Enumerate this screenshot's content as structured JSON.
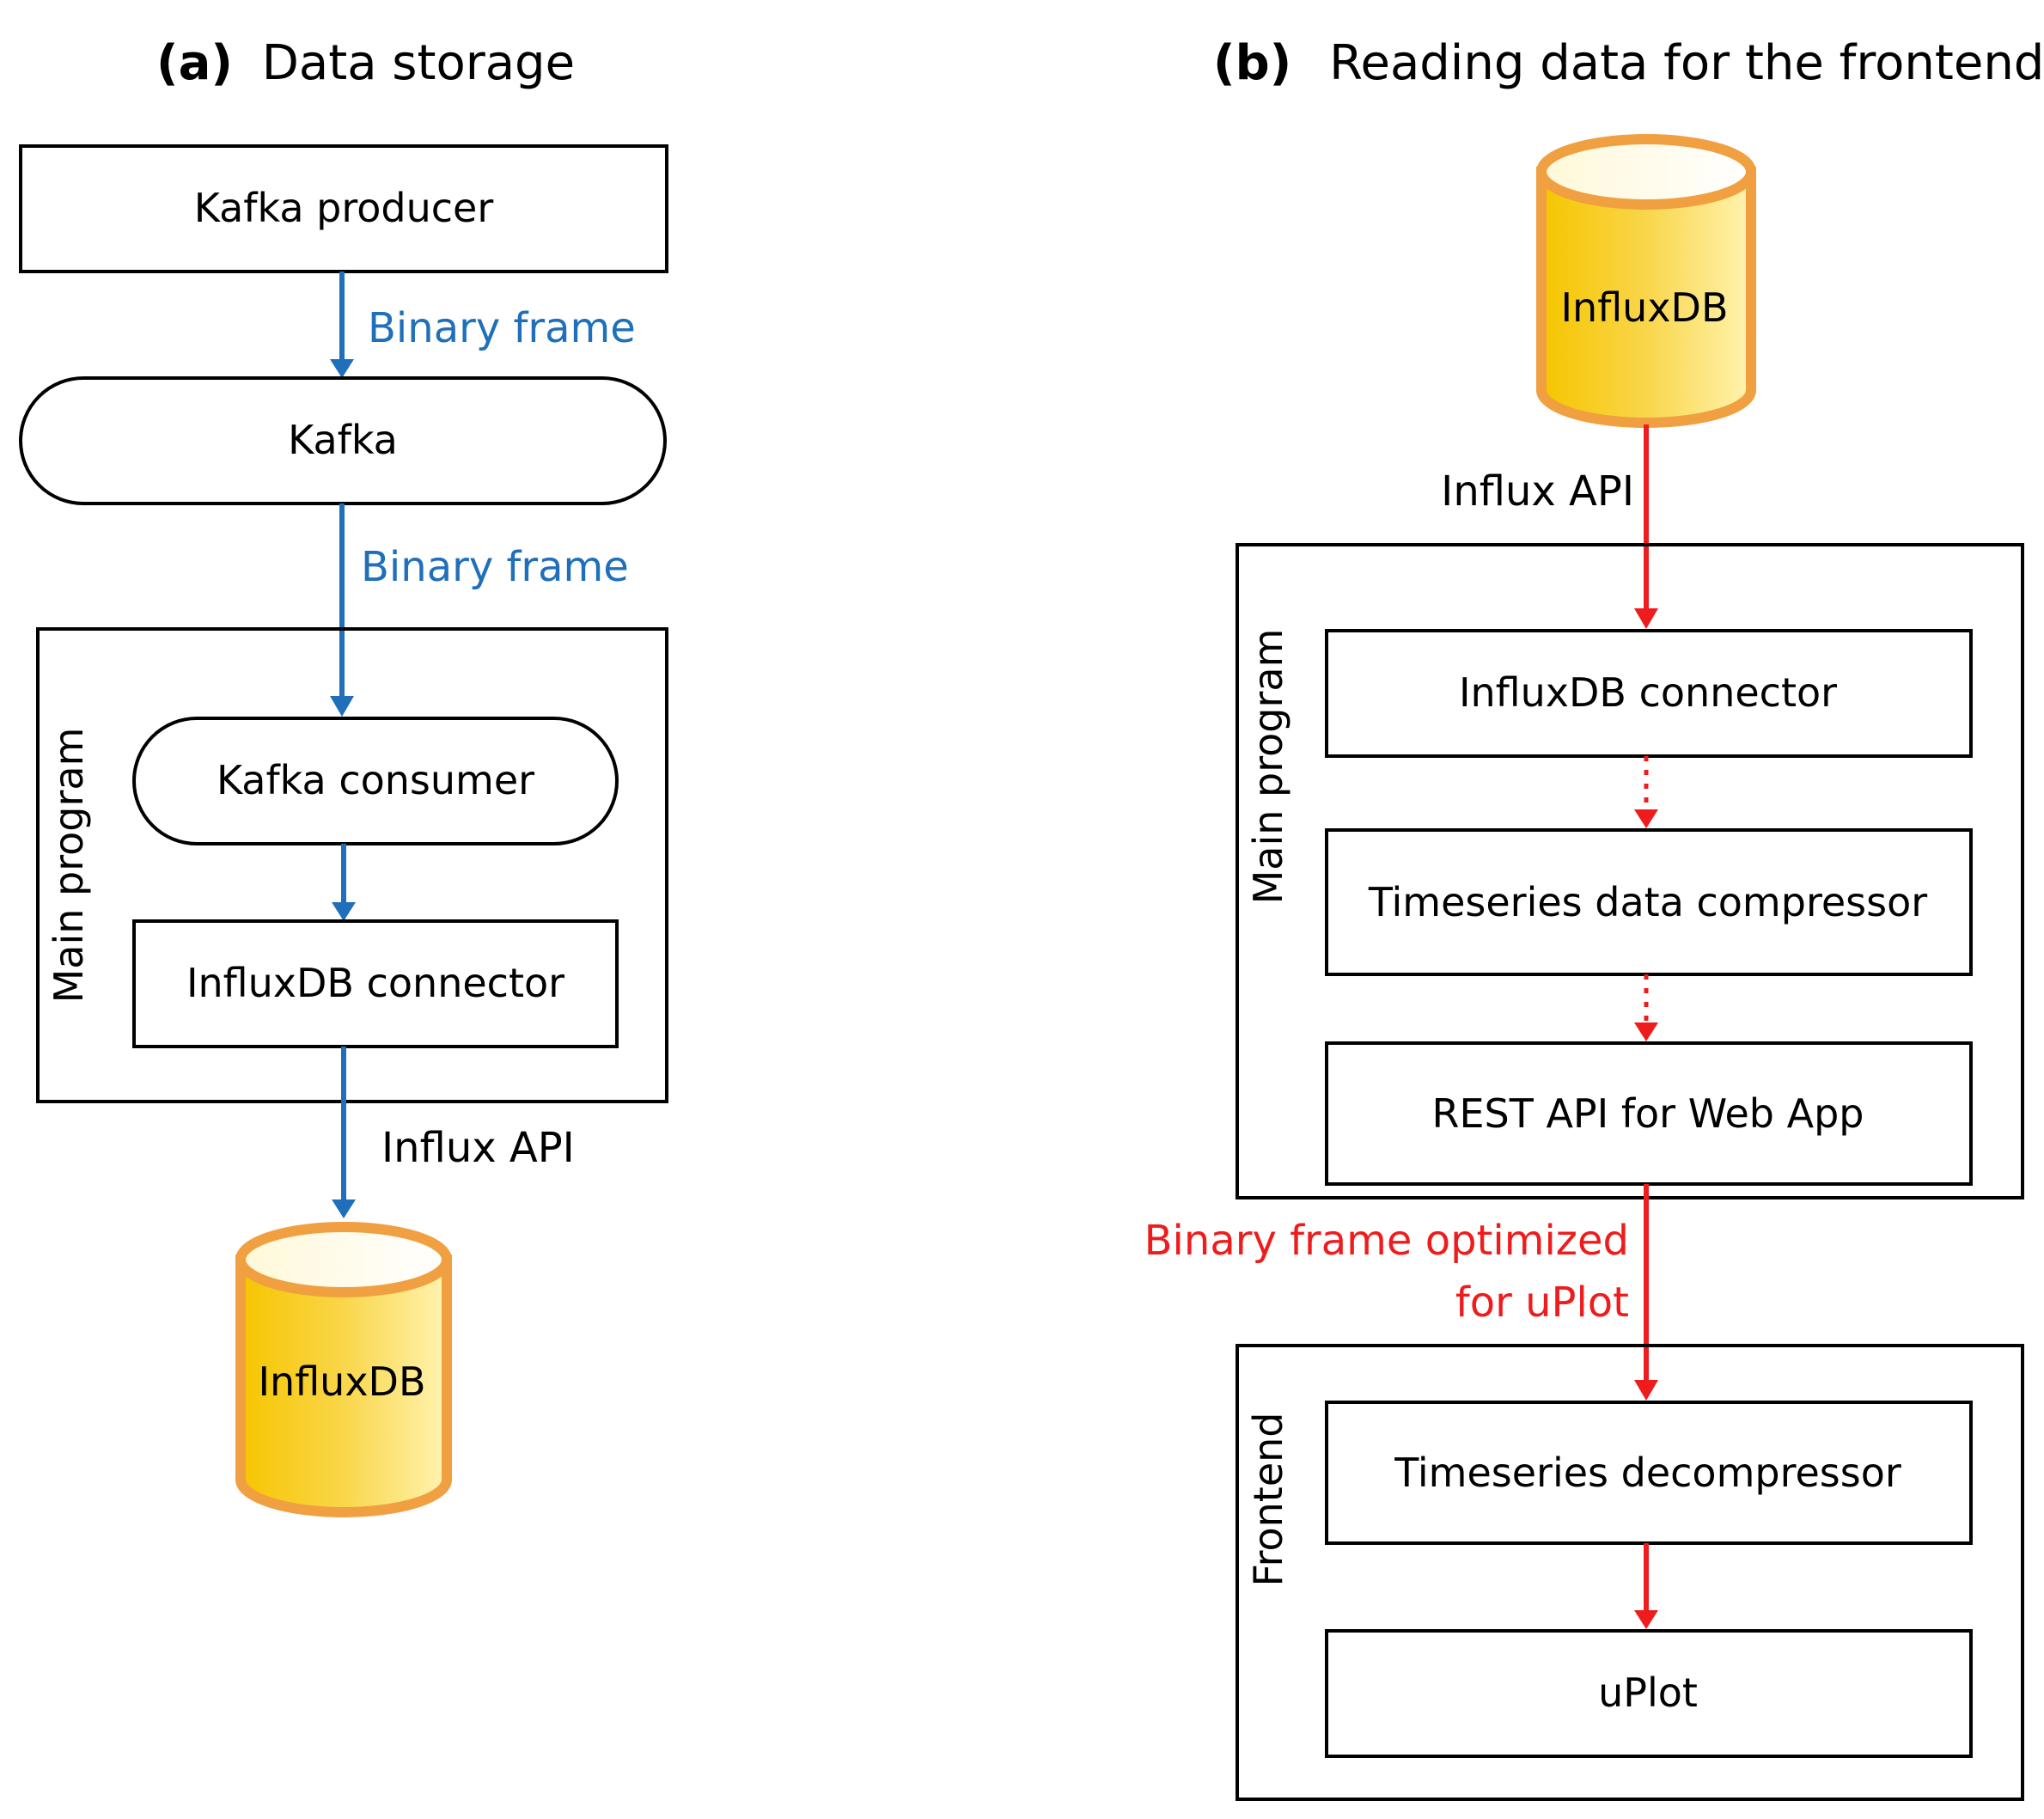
{
  "colors": {
    "blue_flow": "#1f6fba",
    "red_flow": "#ee1c1c",
    "db_fill_dark": "#f6c500",
    "db_fill_light": "#fff3b0",
    "db_stroke": "#f0a040"
  },
  "panel_a": {
    "title_tag": "(a)",
    "title_text": "Data storage",
    "kafka_producer": "Kafka producer",
    "kafka": "Kafka",
    "main_program_label": "Main program",
    "kafka_consumer": "Kafka consumer",
    "influxdb_connector": "InfluxDB connector",
    "database": "InfluxDB",
    "edge_label_1": "Binary frame",
    "edge_label_2": "Binary frame",
    "edge_label_3": "Influx API"
  },
  "panel_b": {
    "title_tag": "(b)",
    "title_text": "Reading data for the frontend",
    "database": "InfluxDB",
    "edge_label_1": "Influx API",
    "main_program_label": "Main program",
    "influxdb_connector": "InfluxDB connector",
    "compressor": "Timeseries data compressor",
    "rest_api": "REST API for Web App",
    "edge_label_2_line1": "Binary frame optimized",
    "edge_label_2_line2": "for uPlot",
    "frontend_label": "Frontend",
    "decompressor": "Timeseries decompressor",
    "uplot": "uPlot"
  }
}
